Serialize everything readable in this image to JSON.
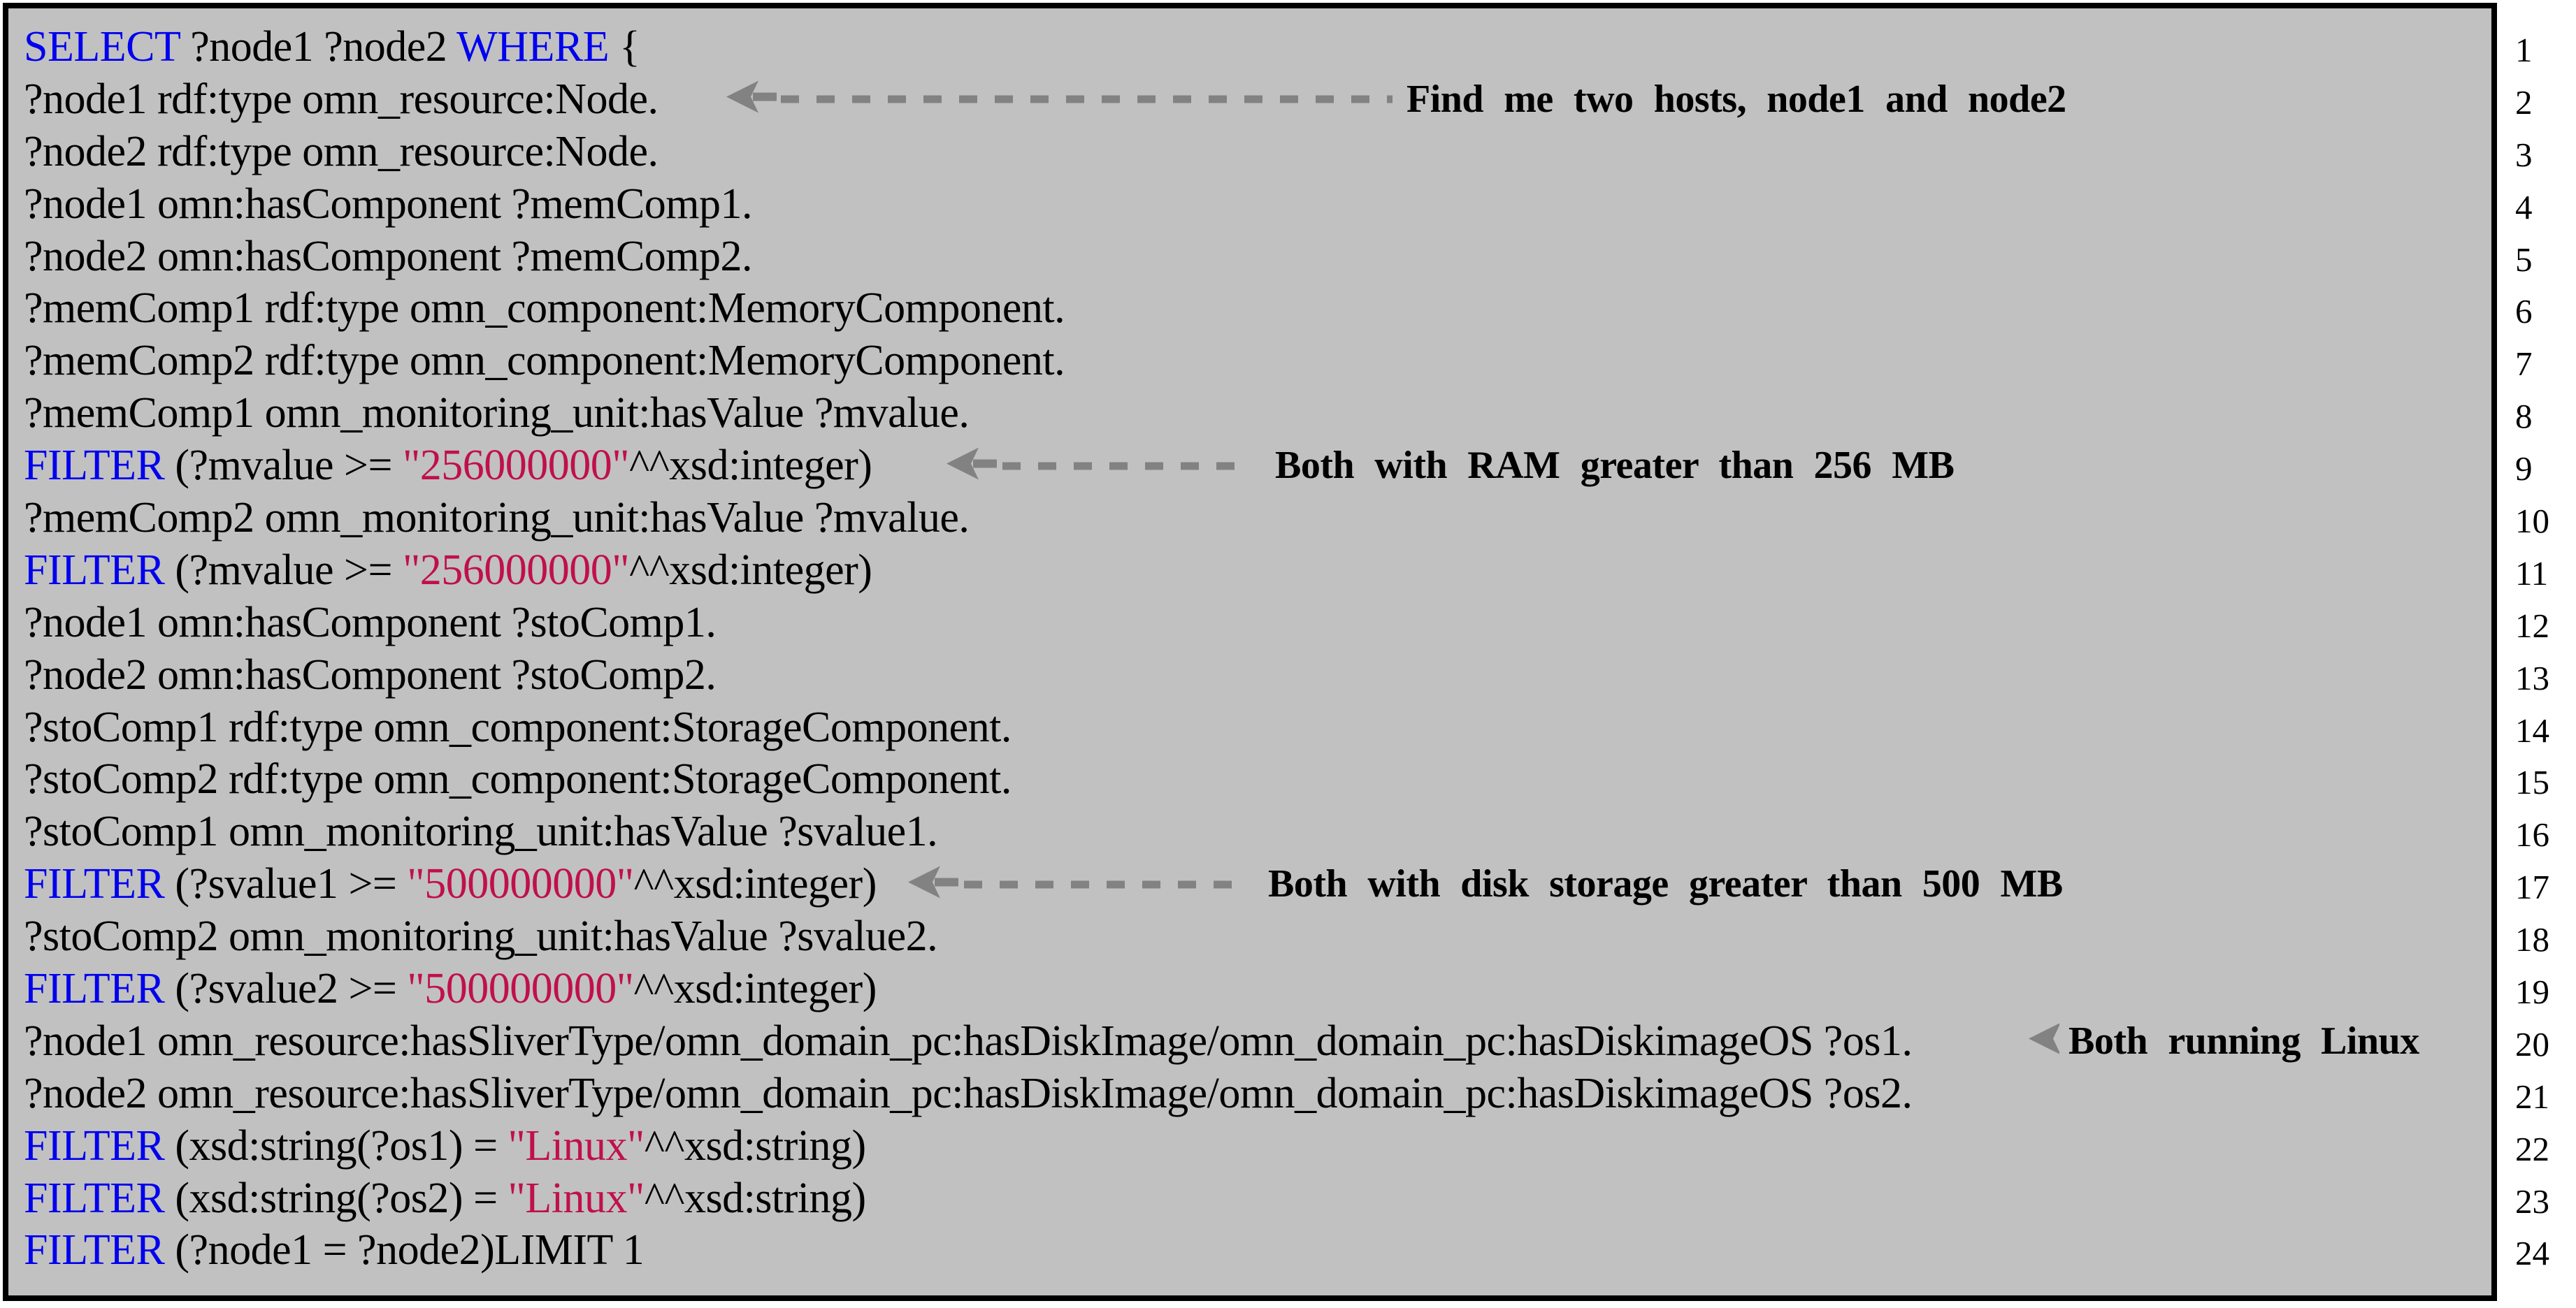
{
  "listing": {
    "description": "SPARQL query listing with annotations",
    "colors": {
      "box_background": "#c1c1c1",
      "box_border": "#000000",
      "keyword": "#0000ee",
      "string_literal": "#c0104a",
      "annotation_arrow": "#828282",
      "annotation_text": "#000000",
      "line_number": "#000000",
      "page_background": "#ffffff"
    },
    "lines": [
      {
        "num": "1",
        "segments": [
          {
            "t": "SELECT",
            "c": "kw"
          },
          {
            "t": " ?node1 ?node2 ",
            "c": "plain"
          },
          {
            "t": "WHERE",
            "c": "kw"
          },
          {
            "t": " {",
            "c": "plain"
          }
        ]
      },
      {
        "num": "2",
        "segments": [
          {
            "t": "?node1 rdf:type omn_resource:Node.",
            "c": "plain"
          }
        ],
        "annotation": "find-hosts"
      },
      {
        "num": "3",
        "segments": [
          {
            "t": "?node2 rdf:type omn_resource:Node.",
            "c": "plain"
          }
        ]
      },
      {
        "num": "4",
        "segments": [
          {
            "t": "?node1 omn:hasComponent ?memComp1.",
            "c": "plain"
          }
        ]
      },
      {
        "num": "5",
        "segments": [
          {
            "t": "?node2 omn:hasComponent ?memComp2.",
            "c": "plain"
          }
        ]
      },
      {
        "num": "6",
        "segments": [
          {
            "t": "?memComp1 rdf:type omn_component:MemoryComponent.",
            "c": "plain"
          }
        ]
      },
      {
        "num": "7",
        "segments": [
          {
            "t": "?memComp2 rdf:type omn_component:MemoryComponent.",
            "c": "plain"
          }
        ]
      },
      {
        "num": "8",
        "segments": [
          {
            "t": "?memComp1 omn_monitoring_unit:hasValue ?mvalue.",
            "c": "plain"
          }
        ]
      },
      {
        "num": "9",
        "segments": [
          {
            "t": "FILTER",
            "c": "kw"
          },
          {
            "t": " (?mvalue >= ",
            "c": "plain"
          },
          {
            "t": "\"256000000\"",
            "c": "str"
          },
          {
            "t": "^^xsd:integer)",
            "c": "plain"
          }
        ],
        "annotation": "ram"
      },
      {
        "num": "10",
        "segments": [
          {
            "t": "?memComp2 omn_monitoring_unit:hasValue ?mvalue.",
            "c": "plain"
          }
        ]
      },
      {
        "num": "11",
        "segments": [
          {
            "t": "FILTER",
            "c": "kw"
          },
          {
            "t": " (?mvalue >= ",
            "c": "plain"
          },
          {
            "t": "\"256000000\"",
            "c": "str"
          },
          {
            "t": "^^xsd:integer)",
            "c": "plain"
          }
        ]
      },
      {
        "num": "12",
        "segments": [
          {
            "t": "?node1 omn:hasComponent ?stoComp1.",
            "c": "plain"
          }
        ]
      },
      {
        "num": "13",
        "segments": [
          {
            "t": "?node2 omn:hasComponent ?stoComp2.",
            "c": "plain"
          }
        ]
      },
      {
        "num": "14",
        "segments": [
          {
            "t": "?stoComp1 rdf:type omn_component:StorageComponent.",
            "c": "plain"
          }
        ]
      },
      {
        "num": "15",
        "segments": [
          {
            "t": "?stoComp2 rdf:type omn_component:StorageComponent.",
            "c": "plain"
          }
        ]
      },
      {
        "num": "16",
        "segments": [
          {
            "t": "?stoComp1 omn_monitoring_unit:hasValue ?svalue1.",
            "c": "plain"
          }
        ]
      },
      {
        "num": "17",
        "segments": [
          {
            "t": "FILTER",
            "c": "kw"
          },
          {
            "t": " (?svalue1 >= ",
            "c": "plain"
          },
          {
            "t": "\"500000000\"",
            "c": "str"
          },
          {
            "t": "^^xsd:integer)",
            "c": "plain"
          }
        ],
        "annotation": "disk"
      },
      {
        "num": "18",
        "segments": [
          {
            "t": "?stoComp2 omn_monitoring_unit:hasValue ?svalue2.",
            "c": "plain"
          }
        ]
      },
      {
        "num": "19",
        "segments": [
          {
            "t": "FILTER",
            "c": "kw"
          },
          {
            "t": " (?svalue2 >= ",
            "c": "plain"
          },
          {
            "t": "\"500000000\"",
            "c": "str"
          },
          {
            "t": "^^xsd:integer)",
            "c": "plain"
          }
        ]
      },
      {
        "num": "20",
        "segments": [
          {
            "t": "?node1 omn_resource:hasSliverType/omn_domain_pc:hasDiskImage/omn_domain_pc:hasDiskimageOS ?os1.",
            "c": "plain"
          }
        ],
        "annotation": "linux"
      },
      {
        "num": "21",
        "segments": [
          {
            "t": "?node2 omn_resource:hasSliverType/omn_domain_pc:hasDiskImage/omn_domain_pc:hasDiskimageOS ?os2.",
            "c": "plain"
          }
        ]
      },
      {
        "num": "22",
        "segments": [
          {
            "t": "FILTER",
            "c": "kw"
          },
          {
            "t": " (xsd:string(?os1) = ",
            "c": "plain"
          },
          {
            "t": "\"Linux\"",
            "c": "str"
          },
          {
            "t": "^^xsd:string)",
            "c": "plain"
          }
        ]
      },
      {
        "num": "23",
        "segments": [
          {
            "t": "FILTER",
            "c": "kw"
          },
          {
            "t": " (xsd:string(?os2) = ",
            "c": "plain"
          },
          {
            "t": "\"Linux\"",
            "c": "str"
          },
          {
            "t": "^^xsd:string)",
            "c": "plain"
          }
        ]
      },
      {
        "num": "24",
        "segments": [
          {
            "t": "FILTER",
            "c": "kw"
          },
          {
            "t": " (?node1 = ?node2)LIMIT 1",
            "c": "plain"
          }
        ]
      }
    ],
    "annotations": {
      "find-hosts": {
        "text": "Find me two hosts, node1 and node2"
      },
      "ram": {
        "text": "Both with RAM greater than 256 MB"
      },
      "disk": {
        "text": "Both with disk storage greater than 500 MB"
      },
      "linux": {
        "text": "Both running Linux"
      }
    }
  }
}
